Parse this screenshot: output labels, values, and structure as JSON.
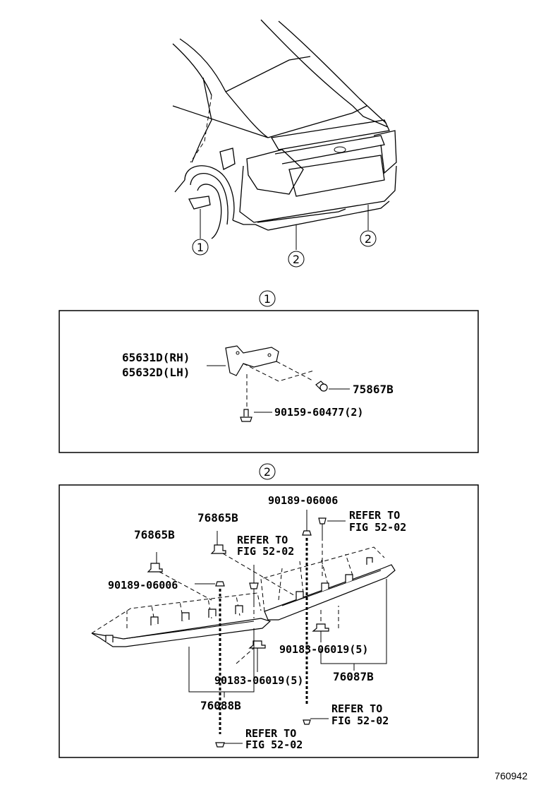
{
  "callouts": {
    "one": "1",
    "two": "2"
  },
  "section1": {
    "labels": {
      "mudguard_rh": "65631D(RH)",
      "mudguard_lh": "65632D(LH)",
      "clip": "75867B",
      "screw": "90159-60477(2)"
    }
  },
  "section2": {
    "labels": {
      "screw_top": "90189-06006",
      "refer_top_right_1": "REFER TO",
      "refer_top_right_2": "FIG 52-02",
      "bracket_mid": "76865B",
      "refer_mid_1": "REFER TO",
      "refer_mid_2": "FIG 52-02",
      "bracket_left": "76865B",
      "screw_left": "90189-06006",
      "nut_right": "90183-06019(5)",
      "cover_rh": "76087B",
      "nut_left": "90183-06019(5)",
      "cover_lh": "76088B",
      "refer_bottom_right_1": "REFER TO",
      "refer_bottom_right_2": "FIG 52-02",
      "refer_bottom_1": "REFER TO",
      "refer_bottom_2": "FIG 52-02"
    }
  },
  "figure_id": "760942"
}
